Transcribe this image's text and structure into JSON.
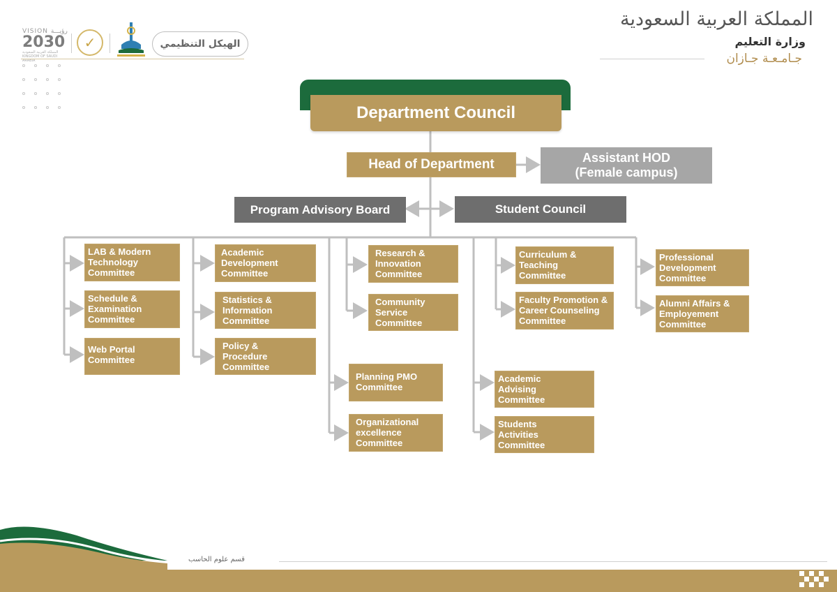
{
  "header": {
    "kingdom": "المملكة العربية السعودية",
    "ministry": "وزارة التعليم",
    "university": "جـامـعـة جـازان",
    "page_title": "الهيكل التنظيمي",
    "vision_label": "VISION رؤيـــة",
    "vision_year": "2030",
    "vision_sub": "المملكة العربية السعودية KINGDOM OF SAUDI ARABIA"
  },
  "chart": {
    "council": "Department Council",
    "hod": "Head of Department",
    "assistant": "Assistant HOD\n(Female campus)",
    "advisory": "Program Advisory Board",
    "student_council": "Student Council",
    "committees": {
      "lab": "LAB & Modern\nTechnology\nCommittee",
      "schedule": "Schedule &\nExamination\nCommittee",
      "web": "Web Portal\nCommittee",
      "academic_dev": "Academic\nDevelopment\nCommittee",
      "statistics": "Statistics &\nInformation\nCommittee",
      "policy": "Policy &\nProcedure\nCommittee",
      "research": "Research &\nInnovation\nCommittee",
      "community": "Community\nService\nCommittee",
      "planning": "Planning PMO\nCommittee",
      "org_excellence": "Organizational\nexcellence\nCommittee",
      "curriculum": "Curriculum &\nTeaching\nCommittee",
      "faculty": "Faculty Promotion &\nCareer Counseling\nCommittee",
      "advising": "Academic\nAdvising\nCommittee",
      "activities": "Students\nActivities\nCommittee",
      "professional": "Professional\nDevelopment\nCommittee",
      "alumni": "Alumni Affairs &\nEmployement\nCommittee"
    }
  },
  "footer": {
    "department": "قسم علوم الحاسب"
  },
  "colors": {
    "gold": "#b99a5d",
    "green": "#1c6b3c",
    "grey_light": "#a6a6a6",
    "grey_dark": "#6e6e6e",
    "connector": "#bfbfbf"
  }
}
